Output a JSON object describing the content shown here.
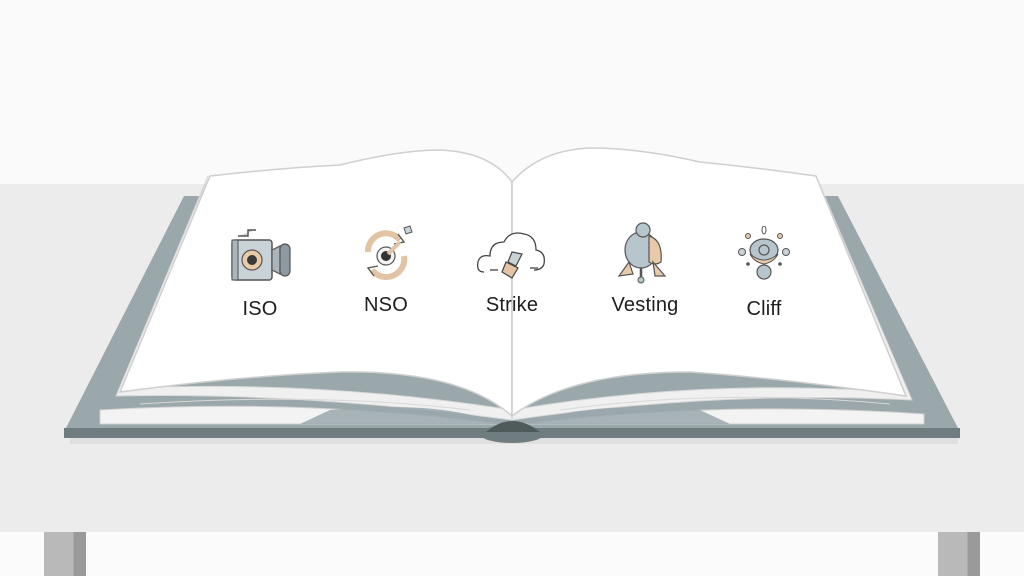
{
  "scene": {
    "description": "open book on a table showing stock option terms",
    "colors": {
      "wall": "#fafafa",
      "table": "#ececec",
      "table_leg": "#b9b9b9",
      "cover": "#9aa7ab",
      "cover_edge": "#6f7d80",
      "page": "#ffffff",
      "page_edge": "#e6e6e6",
      "spine": "#4e5b5a",
      "icon_blue": "#b7c6cc",
      "icon_tan": "#e8c9a8",
      "text": "#1d1d1d"
    }
  },
  "book": {
    "terms": [
      {
        "label": "ISO",
        "icon": "camera-icon"
      },
      {
        "label": "NSO",
        "icon": "circular-arrows-icon"
      },
      {
        "label": "Strike",
        "icon": "cloud-hammer-icon"
      },
      {
        "label": "Vesting",
        "icon": "figure-icon"
      },
      {
        "label": "Cliff",
        "icon": "eye-radiating-icon"
      }
    ]
  }
}
